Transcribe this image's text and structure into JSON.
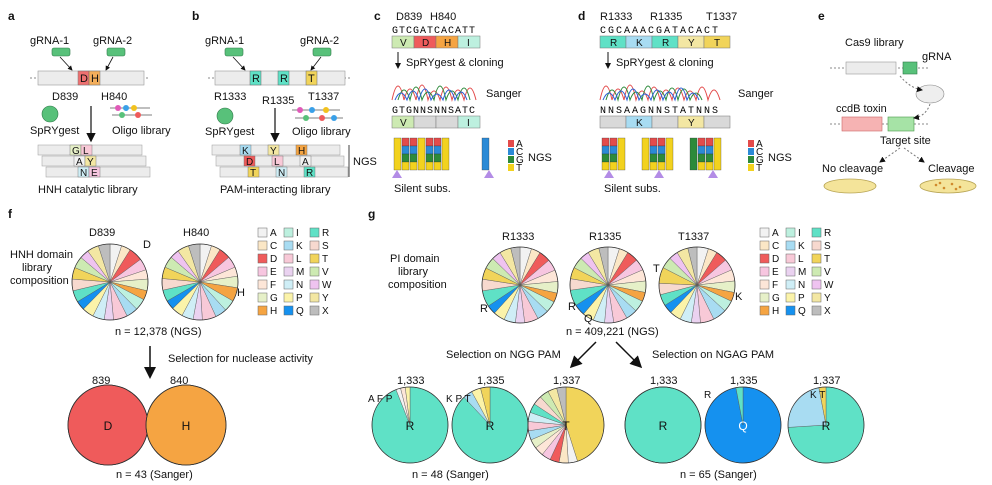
{
  "panels": {
    "a": {
      "letter": "a",
      "grna1": "gRNA-1",
      "grna2": "gRNA-2",
      "residue_left": "D839",
      "residue_right": "H840",
      "box_left": "D",
      "box_right": "H",
      "enzyme": "SpRYgest",
      "oligo": "Oligo library",
      "lib_letters": [
        "G",
        "L",
        "A",
        "Y",
        "N",
        "E"
      ],
      "caption": "HNH catalytic library"
    },
    "b": {
      "letter": "b",
      "grna1": "gRNA-1",
      "grna2": "gRNA-2",
      "residues": [
        "R1333",
        "R1335",
        "T1337"
      ],
      "boxes": [
        "R",
        "R",
        "T"
      ],
      "enzyme": "SpRYgest",
      "oligo": "Oligo library",
      "lib_letters": [
        "K",
        "Y",
        "H",
        "D",
        "L",
        "A",
        "T",
        "N",
        "R"
      ],
      "ngs": "NGS",
      "caption": "PAM-interacting library"
    },
    "c": {
      "letter": "c",
      "residues": [
        "D839",
        "H840"
      ],
      "seq_top": "GTCGATCACATT",
      "aa_top": [
        "V",
        "D",
        "H",
        "I"
      ],
      "step": "SpRYgest & cloning",
      "sanger": "Sanger",
      "seq_bottom": "GTGNNSNNSATC",
      "aa_bottom": [
        "V",
        "",
        "",
        "I"
      ],
      "bases": [
        "A",
        "C",
        "G",
        "T"
      ],
      "ngs": "NGS",
      "silent": "Silent subs."
    },
    "d": {
      "letter": "d",
      "residues": [
        "R1333",
        "R1335",
        "T1337"
      ],
      "seq_top": "CGCAAACGATACACT",
      "aa_top": [
        "R",
        "K",
        "R",
        "Y",
        "T"
      ],
      "step": "SpRYgest & cloning",
      "sanger": "Sanger",
      "seq_bottom": "NNSAAGNNSTATNNS",
      "aa_bottom": [
        "",
        "K",
        "",
        "Y",
        ""
      ],
      "bases": [
        "A",
        "C",
        "G",
        "T"
      ],
      "ngs": "NGS",
      "silent": "Silent subs."
    },
    "e": {
      "letter": "e",
      "cas9": "Cas9 library",
      "grna": "gRNA",
      "toxin": "ccdB toxin",
      "target": "Target site",
      "no_cleavage": "No cleavage",
      "cleavage": "Cleavage"
    },
    "f": {
      "letter": "f",
      "side_label": [
        "HNH domain",
        "library",
        "composition"
      ],
      "pie_titles": [
        "D839",
        "H840"
      ],
      "pie_annot": [
        "D",
        "H"
      ],
      "n_ngs": "n = 12,378 (NGS)",
      "selection": "Selection for nuclease activity",
      "sel_titles": [
        "839",
        "840"
      ],
      "sel_letters": [
        "D",
        "H"
      ],
      "n_sanger": "n = 43 (Sanger)"
    },
    "g": {
      "letter": "g",
      "side_label": [
        "PI domain",
        "library",
        "composition"
      ],
      "pie_titles": [
        "R1333",
        "R1335",
        "T1337"
      ],
      "pie_annot": [
        "R",
        "R",
        "T"
      ],
      "pie_annot2": [
        "",
        "Q",
        "K"
      ],
      "n_ngs": "n = 409,221 (NGS)",
      "sel_ngg": "Selection on NGG PAM",
      "sel_ngag": "Selection on NGAG PAM",
      "ngg_titles": [
        "1,333",
        "1,335",
        "1,337"
      ],
      "ngg_letters": [
        "R",
        "R",
        "T"
      ],
      "ngg_small": [
        "A F P",
        "K P T",
        ""
      ],
      "ngag_titles": [
        "1,333",
        "1,335",
        "1,337"
      ],
      "ngag_letters": [
        "R",
        "Q",
        "R"
      ],
      "ngag_small": [
        "",
        "R",
        "K T"
      ],
      "n_ngg": "n = 48 (Sanger)",
      "n_ngag": "n = 65 (Sanger)"
    }
  },
  "legend": {
    "letters": [
      "A",
      "C",
      "D",
      "E",
      "F",
      "G",
      "H",
      "I",
      "K",
      "L",
      "M",
      "N",
      "P",
      "Q",
      "R",
      "S",
      "T",
      "V",
      "W",
      "Y",
      "X"
    ],
    "colors": [
      "#f2f2f2",
      "#fbe7c6",
      "#ef5b5b",
      "#f7c6e0",
      "#fde6d8",
      "#e6f0c8",
      "#f5a442",
      "#bdf0df",
      "#a8dcf2",
      "#f8c9d7",
      "#ead2f0",
      "#cfeef6",
      "#fbf3a9",
      "#1591ef",
      "#5fe1c6",
      "#f7d9cf",
      "#f1d45a",
      "#cdeab2",
      "#efc3f0",
      "#f3e7a3",
      "#bdbdbd"
    ]
  },
  "chart_data": [
    {
      "type": "pie",
      "title": "D839",
      "categories": [
        "A",
        "C",
        "D",
        "E",
        "F",
        "G",
        "H",
        "I",
        "K",
        "L",
        "M",
        "N",
        "P",
        "Q",
        "R",
        "S",
        "T",
        "V",
        "W",
        "Y",
        "X"
      ],
      "values": [
        5,
        4,
        6,
        5,
        4,
        5,
        4,
        5,
        5,
        6,
        4,
        5,
        5,
        4,
        5,
        5,
        5,
        5,
        4,
        5,
        5
      ]
    },
    {
      "type": "pie",
      "title": "H840",
      "categories": [
        "A",
        "C",
        "D",
        "E",
        "F",
        "G",
        "H",
        "I",
        "K",
        "L",
        "M",
        "N",
        "P",
        "Q",
        "R",
        "S",
        "T",
        "V",
        "W",
        "Y",
        "X"
      ],
      "values": [
        5,
        4,
        5,
        5,
        4,
        5,
        6,
        5,
        5,
        6,
        4,
        5,
        5,
        4,
        5,
        5,
        5,
        5,
        4,
        5,
        5
      ]
    },
    {
      "type": "pie",
      "title": "839",
      "categories": [
        "D"
      ],
      "values": [
        100
      ]
    },
    {
      "type": "pie",
      "title": "840",
      "categories": [
        "H"
      ],
      "values": [
        100
      ]
    },
    {
      "type": "pie",
      "title": "R1333",
      "categories": [
        "A",
        "C",
        "D",
        "E",
        "F",
        "G",
        "H",
        "I",
        "K",
        "L",
        "M",
        "N",
        "P",
        "Q",
        "R",
        "S",
        "T",
        "V",
        "W",
        "Y",
        "X"
      ],
      "values": [
        5,
        4,
        5,
        5,
        5,
        5,
        4,
        5,
        5,
        6,
        4,
        5,
        5,
        4,
        7,
        5,
        5,
        5,
        4,
        5,
        4
      ]
    },
    {
      "type": "pie",
      "title": "R1335",
      "categories": [
        "A",
        "C",
        "D",
        "E",
        "F",
        "G",
        "H",
        "I",
        "K",
        "L",
        "M",
        "N",
        "P",
        "Q",
        "R",
        "S",
        "T",
        "V",
        "W",
        "Y",
        "X"
      ],
      "values": [
        5,
        4,
        5,
        5,
        5,
        5,
        4,
        5,
        5,
        6,
        4,
        5,
        5,
        5,
        7,
        5,
        5,
        5,
        4,
        5,
        4
      ]
    },
    {
      "type": "pie",
      "title": "T1337",
      "categories": [
        "A",
        "C",
        "D",
        "E",
        "F",
        "G",
        "H",
        "I",
        "K",
        "L",
        "M",
        "N",
        "P",
        "Q",
        "R",
        "S",
        "T",
        "V",
        "W",
        "Y",
        "X"
      ],
      "values": [
        5,
        4,
        5,
        5,
        5,
        5,
        4,
        5,
        6,
        6,
        4,
        5,
        5,
        4,
        5,
        5,
        7,
        5,
        4,
        5,
        4
      ]
    },
    {
      "type": "pie",
      "title": "1,333 (NGG)",
      "categories": [
        "R",
        "A",
        "F",
        "P"
      ],
      "values": [
        94,
        2,
        2,
        2
      ]
    },
    {
      "type": "pie",
      "title": "1,335 (NGG)",
      "categories": [
        "R",
        "K",
        "P",
        "T"
      ],
      "values": [
        88,
        4,
        4,
        4
      ]
    },
    {
      "type": "pie",
      "title": "1,337 (NGG)",
      "categories": [
        "T",
        "A",
        "C",
        "D",
        "E",
        "F",
        "G",
        "K",
        "L",
        "N",
        "R",
        "S",
        "V",
        "Y",
        "X"
      ],
      "values": [
        46,
        4,
        4,
        4,
        4,
        4,
        4,
        4,
        4,
        4,
        4,
        4,
        4,
        4,
        4
      ]
    },
    {
      "type": "pie",
      "title": "1,333 (NGAG)",
      "categories": [
        "R"
      ],
      "values": [
        100
      ]
    },
    {
      "type": "pie",
      "title": "1,335 (NGAG)",
      "categories": [
        "Q",
        "R"
      ],
      "values": [
        97,
        3
      ]
    },
    {
      "type": "pie",
      "title": "1,337 (NGAG)",
      "categories": [
        "R",
        "K",
        "T"
      ],
      "values": [
        74,
        23,
        3
      ]
    }
  ]
}
